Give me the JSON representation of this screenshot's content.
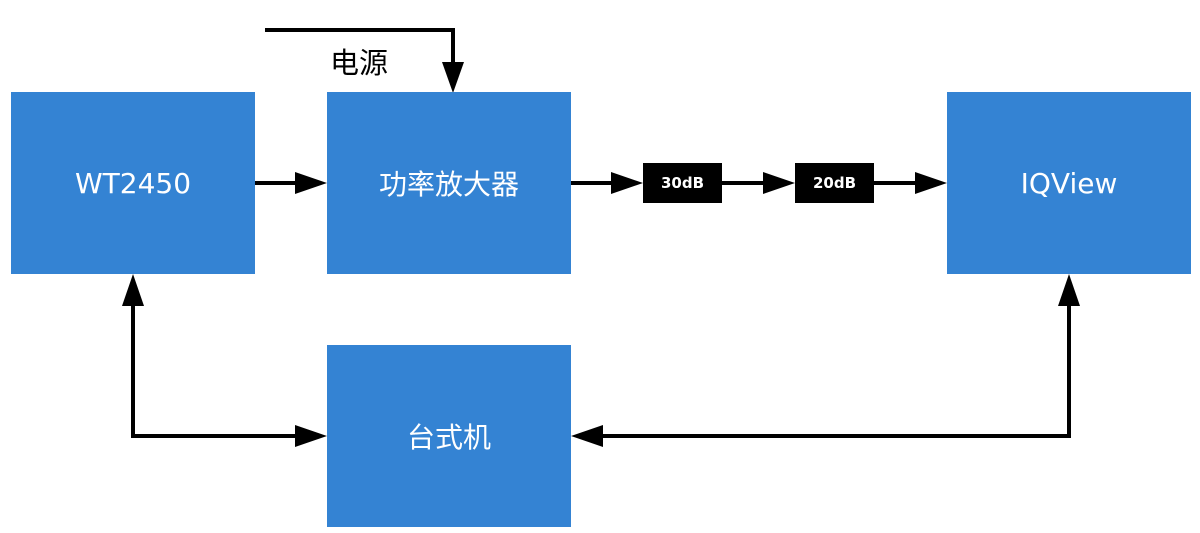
{
  "diagram": {
    "nodes": {
      "wt2450": "WT2450",
      "amplifier": "功率放大器",
      "iqview": "IQView",
      "desktop": "台式机"
    },
    "attenuators": {
      "first": "30dB",
      "second": "20dB"
    },
    "labels": {
      "power": "电源"
    },
    "colors": {
      "box_fill": "#3483d3",
      "box_text": "#ffffff",
      "attenuator_fill": "#000000",
      "arrow": "#000000"
    }
  }
}
